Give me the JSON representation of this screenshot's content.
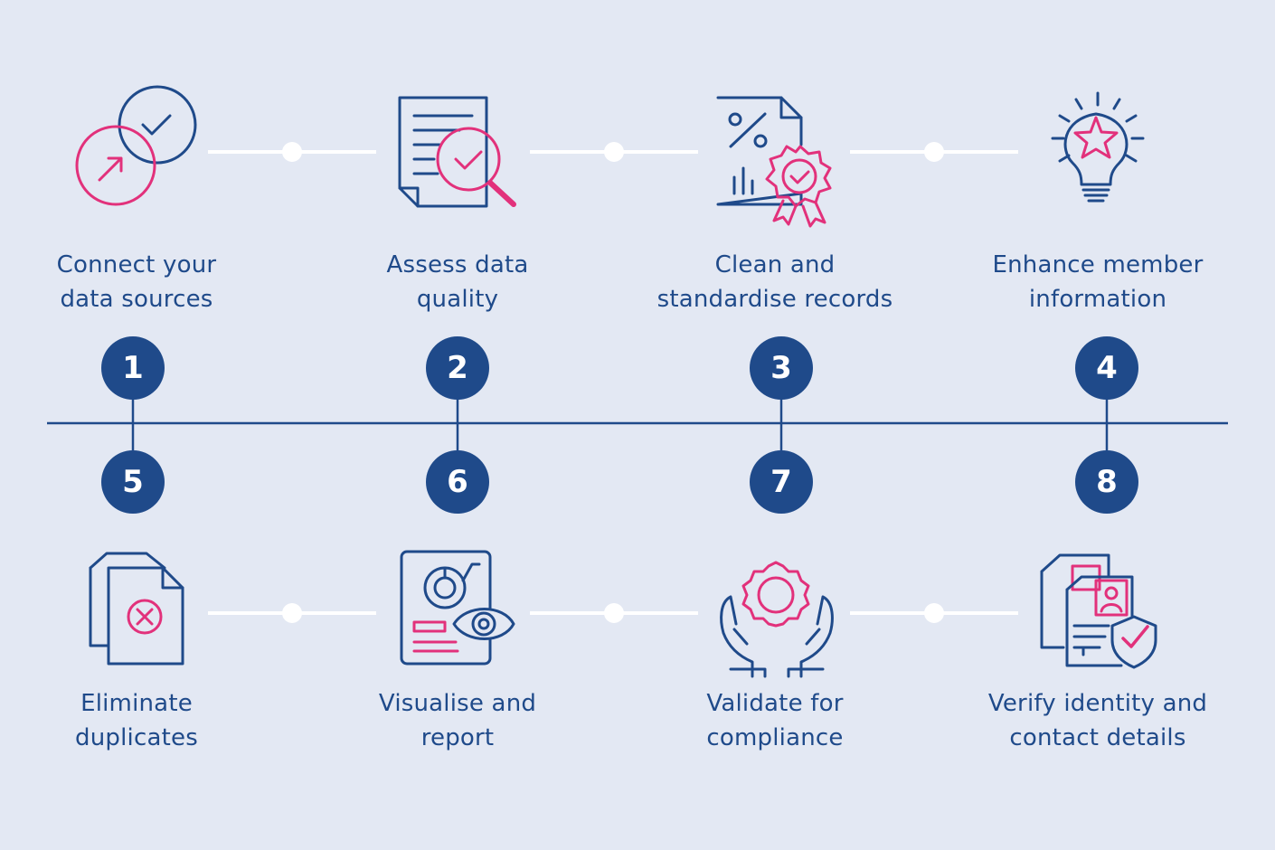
{
  "colors": {
    "background": "#e3e8f3",
    "navy": "#1f4a8a",
    "magenta": "#e2317b",
    "connector": "#ffffff"
  },
  "steps": [
    {
      "number": "1",
      "icon": "connect-circles-icon",
      "lines": [
        "Connect your",
        "data sources"
      ]
    },
    {
      "number": "2",
      "icon": "document-magnifier-icon",
      "lines": [
        "Assess data",
        "quality"
      ]
    },
    {
      "number": "3",
      "icon": "certified-report-icon",
      "lines": [
        "Clean and",
        "standardise records"
      ]
    },
    {
      "number": "4",
      "icon": "lightbulb-star-icon",
      "lines": [
        "Enhance member",
        "information"
      ]
    },
    {
      "number": "5",
      "icon": "duplicate-files-icon",
      "lines": [
        "Eliminate",
        "duplicates"
      ]
    },
    {
      "number": "6",
      "icon": "report-eye-icon",
      "lines": [
        "Visualise and",
        "report"
      ]
    },
    {
      "number": "7",
      "icon": "hands-gear-icon",
      "lines": [
        "Validate for",
        "compliance"
      ]
    },
    {
      "number": "8",
      "icon": "id-shield-icon",
      "lines": [
        "Verify identity and",
        "contact details"
      ]
    }
  ]
}
